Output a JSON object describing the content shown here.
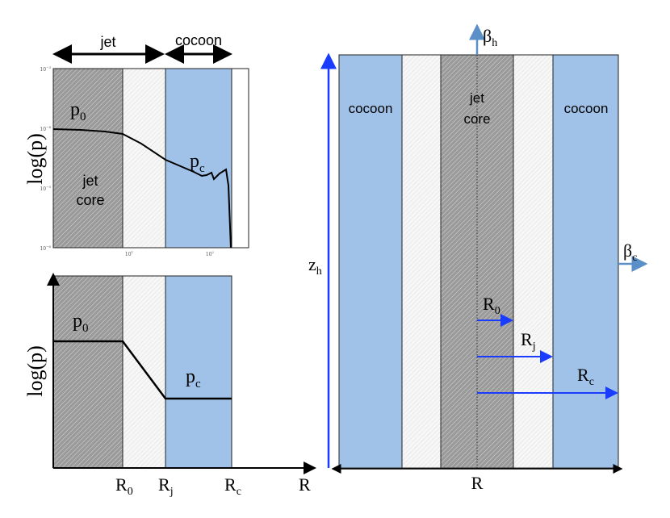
{
  "colors": {
    "cocoon": "#a0c2e8",
    "core": "#9a9a9a",
    "blue_arrow": "#1a3cff",
    "light_arrow": "#5b8fc7"
  },
  "top_panel": {
    "jet_label": "jet",
    "cocoon_label": "cocoon",
    "ylabel": "log(p)",
    "p0": "p",
    "p0_sub": "0",
    "pc": "p",
    "pc_sub": "c",
    "core_line1": "jet",
    "core_line2": "core",
    "yticks": [
      {
        "base": "10",
        "exp": "−3"
      },
      {
        "base": "10",
        "exp": "−4"
      },
      {
        "base": "10",
        "exp": "−5"
      },
      {
        "base": "10",
        "exp": "−6"
      }
    ],
    "xticks": [
      {
        "base": "10",
        "exp": "1"
      },
      {
        "base": "10",
        "exp": "2"
      }
    ]
  },
  "bottom_panel": {
    "ylabel": "log(p)",
    "p0": "p",
    "p0_sub": "0",
    "pc": "p",
    "pc_sub": "c",
    "xticks": [
      {
        "main": "R",
        "sub": "0"
      },
      {
        "main": "R",
        "sub": "j"
      },
      {
        "main": "R",
        "sub": "c"
      }
    ],
    "xlabel": "R"
  },
  "right_panel": {
    "cocoon_left": "cocoon",
    "cocoon_right": "cocoon",
    "core_line1": "jet",
    "core_line2": "core",
    "beta_h": "β",
    "beta_h_sub": "h",
    "beta_c": "β",
    "beta_c_sub": "c",
    "z_h": "z",
    "z_h_sub": "h",
    "r0": "R",
    "r0_sub": "0",
    "rj": "R",
    "rj_sub": "j",
    "rc": "R",
    "rc_sub": "c",
    "xlabel": "R"
  }
}
